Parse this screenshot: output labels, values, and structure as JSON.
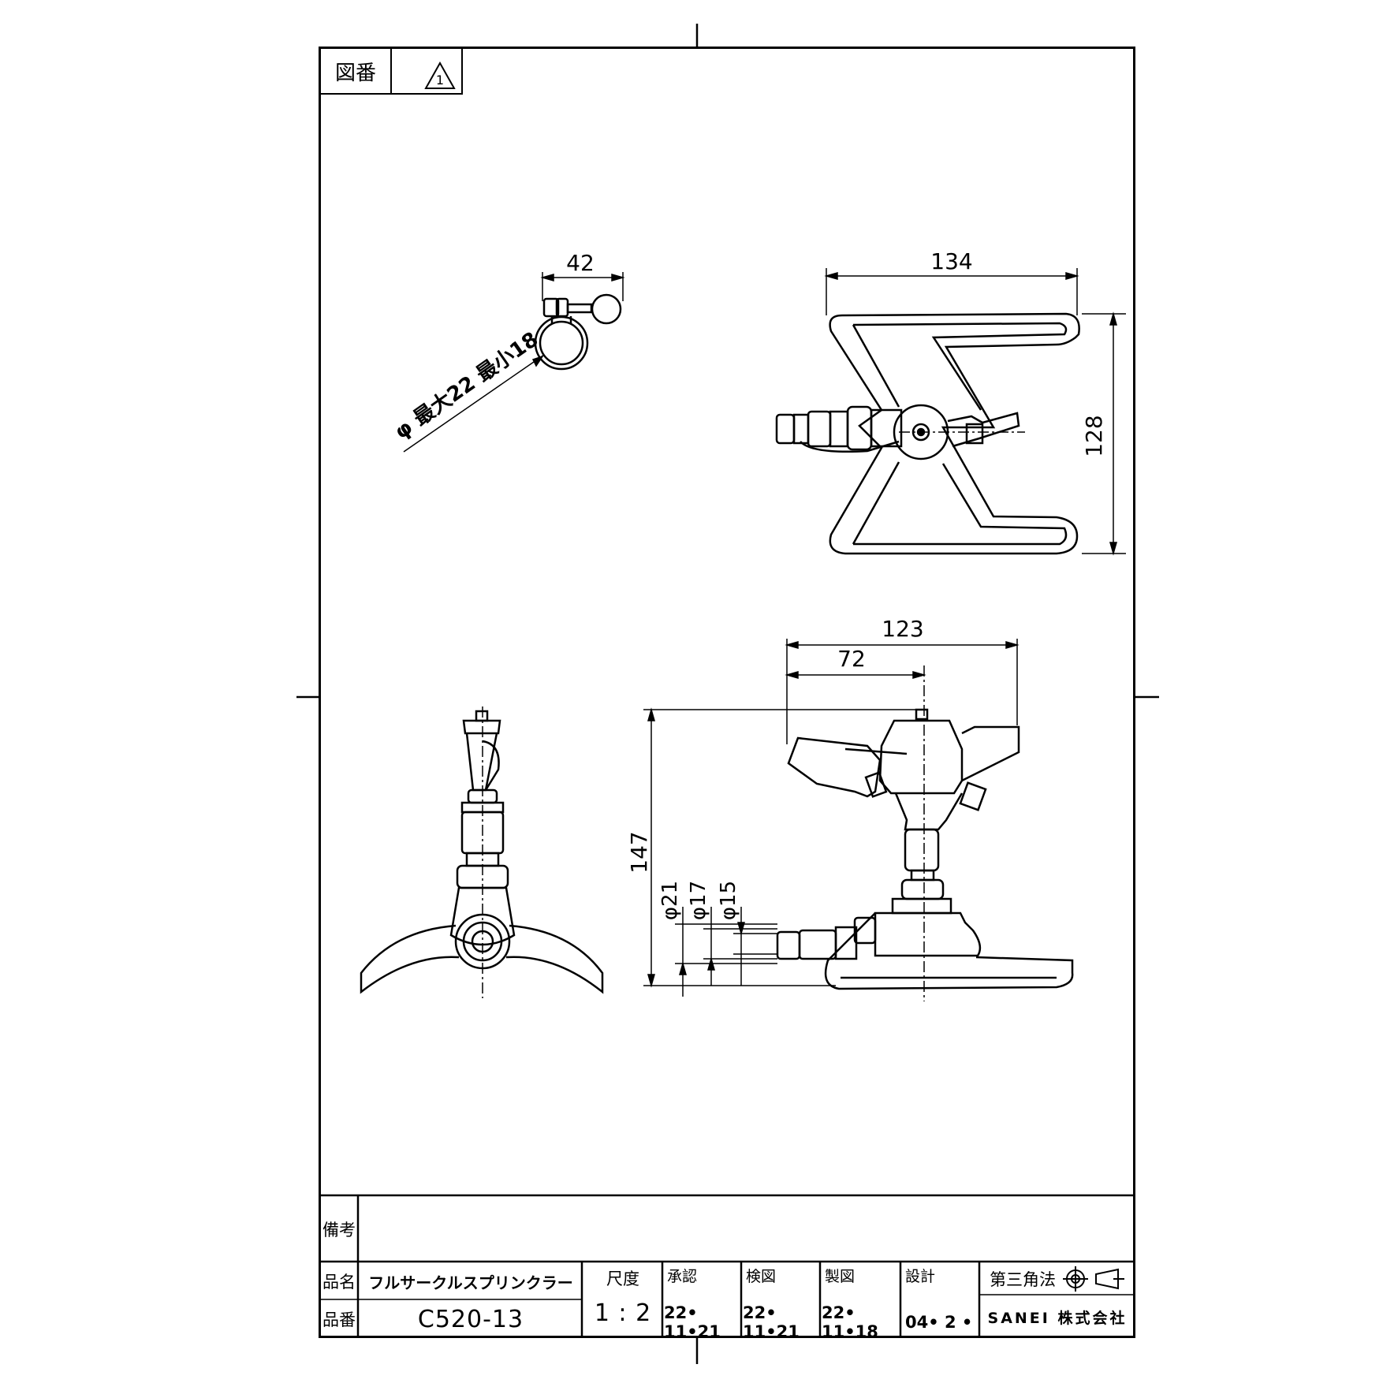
{
  "header": {
    "drawing_no_label": "図番",
    "revision_mark": "1"
  },
  "dimensions": {
    "clamp_width": "42",
    "clamp_diameter": "φ 最大22  最小18",
    "base_width": "134",
    "base_height": "128",
    "arm_length": "123",
    "nozzle_reach": "72",
    "overall_height": "147",
    "dia_21": "φ21",
    "dia_17": "φ17",
    "dia_15": "φ15"
  },
  "title_block": {
    "remarks_label": "備考",
    "remarks_value": "",
    "name_label": "品名",
    "name_value": "フルサークルスプリンクラー",
    "part_no_label": "品番",
    "part_no_value": "C520-13",
    "scale_label": "尺度",
    "scale_value": "1 : 2",
    "approval_label": "承認",
    "approval_date": "22• 11•21",
    "check_label": "検図",
    "check_date": "22• 11•21",
    "drafted_label": "製図",
    "drafted_date": "22• 11•18",
    "design_label": "設計",
    "design_date": "04• 2 •",
    "projection_label": "第三角法",
    "company": "SANEI 株式会社"
  }
}
